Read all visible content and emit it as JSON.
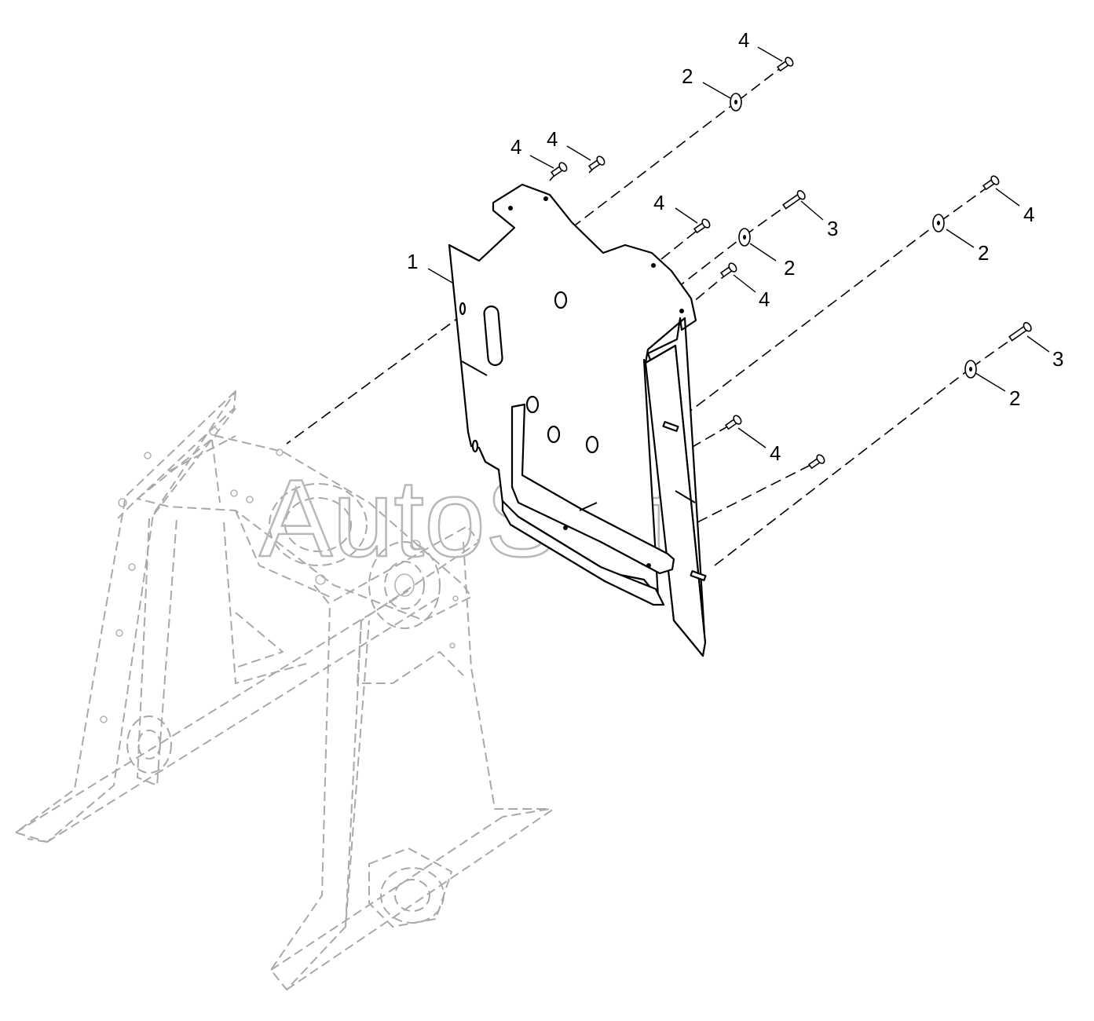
{
  "watermark": {
    "text": "AutoSoft",
    "color": "#b8b8b8"
  },
  "callouts": [
    {
      "id": "c1",
      "label": "4"
    },
    {
      "id": "c2",
      "label": "2"
    },
    {
      "id": "c3",
      "label": "4"
    },
    {
      "id": "c4",
      "label": "4"
    },
    {
      "id": "c5",
      "label": "4"
    },
    {
      "id": "c6",
      "label": "3"
    },
    {
      "id": "c7",
      "label": "4"
    },
    {
      "id": "c8",
      "label": "1"
    },
    {
      "id": "c9",
      "label": "2"
    },
    {
      "id": "c10",
      "label": "2"
    },
    {
      "id": "c11",
      "label": "4"
    },
    {
      "id": "c12",
      "label": "3"
    },
    {
      "id": "c13",
      "label": "2"
    },
    {
      "id": "c14",
      "label": "4"
    }
  ],
  "colors": {
    "line": "#000000",
    "ghost": "#a9a9a9",
    "background": "#ffffff"
  }
}
